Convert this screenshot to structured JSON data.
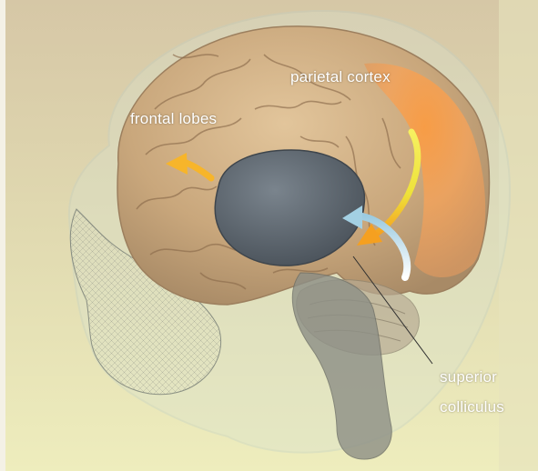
{
  "labels": {
    "parietal_cortex": "parietal cortex",
    "frontal_lobes": "frontal lobes",
    "superior_colliculus_line1": "superior",
    "superior_colliculus_line2": "colliculus"
  },
  "colors": {
    "background_top": "#d9c9a5",
    "background_bottom": "#eceab8",
    "brain_tissue": "#c9a97f",
    "parietal_highlight": "#f2a35c",
    "thalamus_gray": "#5c6670",
    "frontal_arrow": "#f7b52a",
    "parietal_arrow": "#e9e43a",
    "colliculus_arrow": "#a9cfe0",
    "label_text": "#ffffff"
  }
}
